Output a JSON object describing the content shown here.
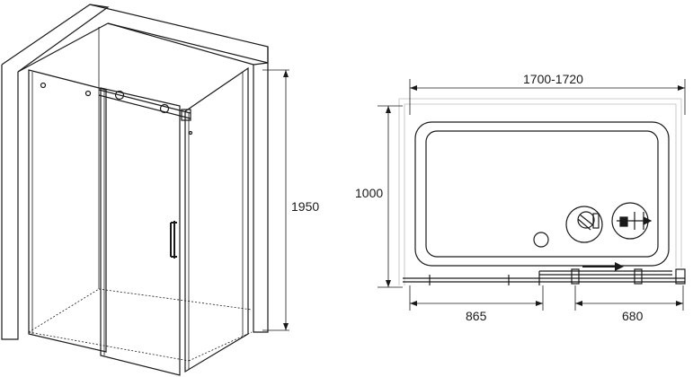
{
  "dimensions": {
    "height_label": "1950",
    "total_width_label": "1700-1720",
    "depth_label": "1000",
    "fixed_panel_label": "865",
    "door_opening_label": "680"
  },
  "colors": {
    "line": "#1a1a1a",
    "wall_outline": "#bdbdbd",
    "background": "#ffffff"
  }
}
